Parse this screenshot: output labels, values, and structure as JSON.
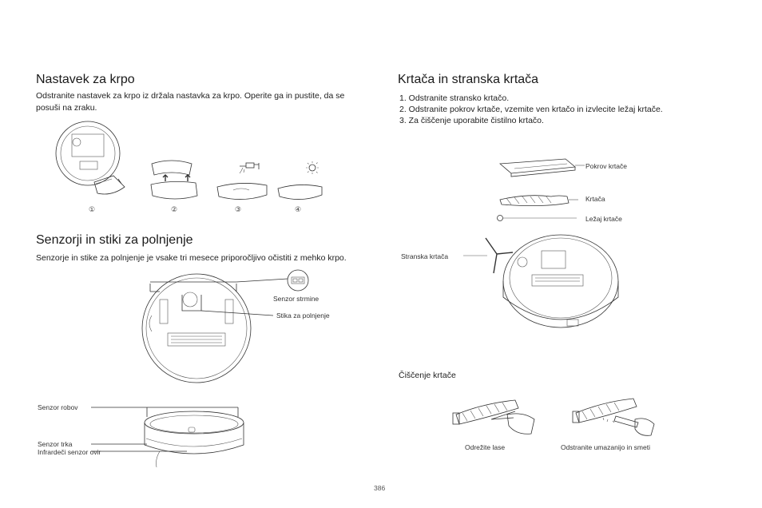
{
  "left": {
    "mop": {
      "title": "Nastavek za krpo",
      "text": "Odstranite nastavek za krpo iz držala nastavka za krpo. Operite ga in pustite, da se posuši na zraku.",
      "steps": [
        "①",
        "②",
        "③",
        "④"
      ]
    },
    "sensors": {
      "title": "Senzorji in stiki za polnjenje",
      "text": "Senzorje in stike za polnjenje je vsake tri mesece priporočljivo očistiti z mehko krpo.",
      "labels": {
        "cliff": "Senzor strmine",
        "contacts": "Stika za polnjenje",
        "edge": "Senzor robov",
        "bump": "Senzor trka",
        "ir": "Infrardeči senzor ovir"
      }
    }
  },
  "right": {
    "brush": {
      "title": "Krtača in stranska krtača",
      "steps": [
        "1. Odstranite stransko krtačo.",
        "2. Odstranite pokrov krtače, vzemite ven krtačo in izvlecite ležaj krtače.",
        "3. Za čiščenje uporabite čistilno krtačo."
      ],
      "labels": {
        "cover": "Pokrov krtače",
        "brush": "Krtača",
        "bearing": "Ležaj krtače",
        "side": "Stranska krtača"
      }
    },
    "cleaning": {
      "title": "Čiščenje krtače",
      "cut": "Odrežite lase",
      "remove": "Odstranite umazanijo in smeti"
    }
  },
  "page_number": "386"
}
